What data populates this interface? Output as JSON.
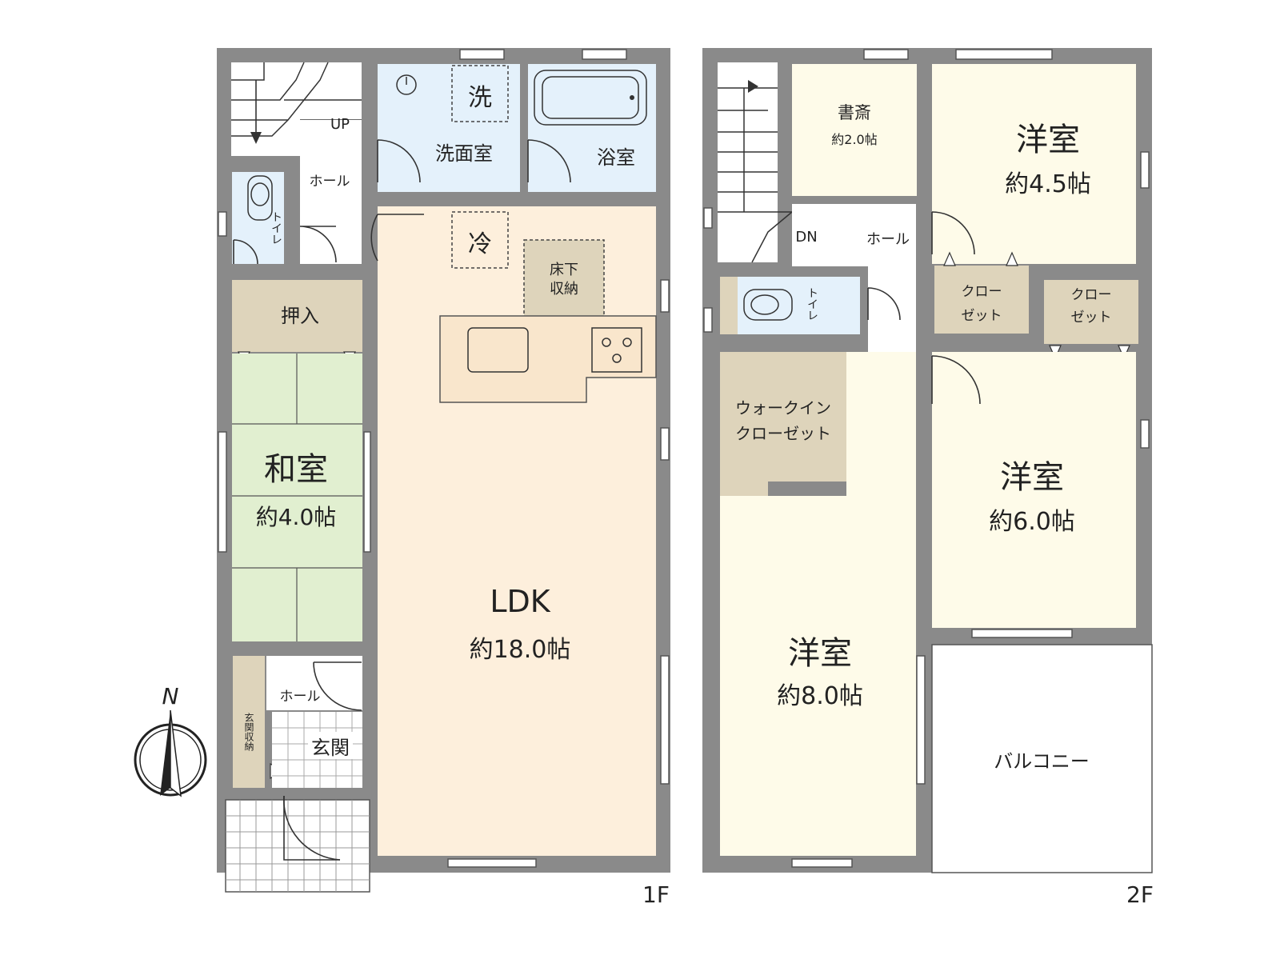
{
  "floor1": {
    "label": "1F",
    "rooms": {
      "ldk_name": "LDK",
      "ldk_size": "約18.0帖",
      "washitsu_name": "和室",
      "washitsu_size": "約4.0帖",
      "oshiire": "押入",
      "senmenjo": "洗面室",
      "sen": "洗",
      "yokushitsu": "浴室",
      "hall_top": "ホール",
      "up": "UP",
      "toilet": "トイレ",
      "rei": "冷",
      "yukashita_1": "床下",
      "yukashita_2": "収納",
      "hall_entry": "ホール",
      "genkan": "玄関",
      "genkan_storage": "玄関収納"
    }
  },
  "floor2": {
    "label": "2F",
    "rooms": {
      "shosai_name": "書斎",
      "shosai_size": "約2.0帖",
      "yoshitsu_a_name": "洋室",
      "yoshitsu_a_size": "約4.5帖",
      "yoshitsu_b_name": "洋室",
      "yoshitsu_b_size": "約6.0帖",
      "yoshitsu_c_name": "洋室",
      "yoshitsu_c_size": "約8.0帖",
      "dn": "DN",
      "hall": "ホール",
      "toilet": "トイレ",
      "closet_1a": "クロー",
      "closet_1b": "ゼット",
      "closet_2a": "クロー",
      "closet_2b": "ゼット",
      "walkin_1": "ウォークイン",
      "walkin_2": "クローゼット",
      "balcony": "バルコニー"
    }
  },
  "compass": {
    "label": "N"
  },
  "colors": {
    "wall": "#8a8a8a",
    "ldk": "#fdefdc",
    "tatami": "#e1efd0",
    "storage": "#ded4bb",
    "wet": "#e4f1fb",
    "cream": "#fefbe9",
    "white": "#ffffff"
  }
}
